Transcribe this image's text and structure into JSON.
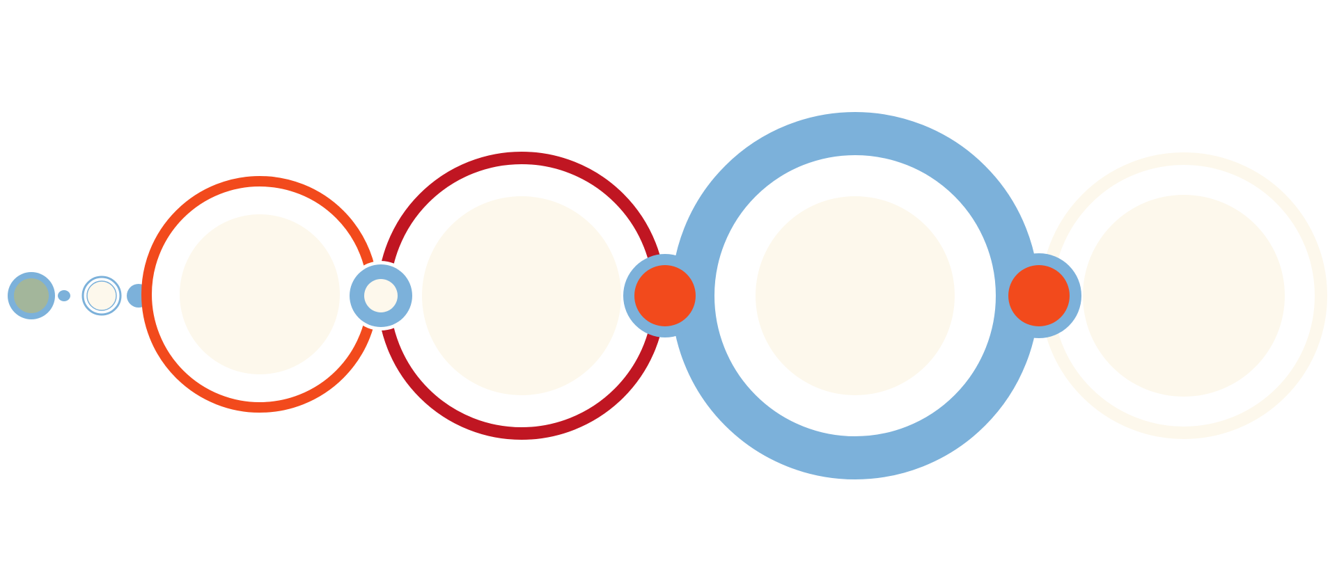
{
  "colors": {
    "background": "#ffffff",
    "cream": "#fdf8ec",
    "blue": "#7cb1da",
    "orange": "#f24a1c",
    "red": "#c01622",
    "sage": "#a3b69b"
  },
  "shapes": [
    {
      "name": "small-blue-dot-with-sage-center",
      "kind": "dot-with-ring",
      "fill": "sage",
      "ring": "blue"
    },
    {
      "name": "tiny-blue-oval",
      "kind": "dot",
      "fill": "blue"
    },
    {
      "name": "small-cream-ring",
      "kind": "dot-with-ring",
      "fill": "cream",
      "ring": "blue"
    },
    {
      "name": "small-blue-dot",
      "kind": "dot",
      "fill": "blue"
    },
    {
      "name": "orange-ring-circle",
      "kind": "ring-with-disc",
      "ring": "orange",
      "disc": "cream"
    },
    {
      "name": "red-ring-circle",
      "kind": "ring-with-disc",
      "ring": "red",
      "disc": "cream"
    },
    {
      "name": "blue-cream-connector",
      "kind": "dot-with-ring",
      "fill": "cream",
      "ring": "blue"
    },
    {
      "name": "large-blue-ring-circle",
      "kind": "ring-with-disc",
      "ring": "blue",
      "disc": "cream"
    },
    {
      "name": "orange-node-left",
      "kind": "dot-with-ring",
      "fill": "orange",
      "ring": "blue"
    },
    {
      "name": "faded-cream-ring-circle",
      "kind": "ring-with-disc",
      "ring": "cream",
      "disc": "cream"
    },
    {
      "name": "orange-node-right",
      "kind": "dot-with-ring",
      "fill": "orange",
      "ring": "blue"
    }
  ]
}
